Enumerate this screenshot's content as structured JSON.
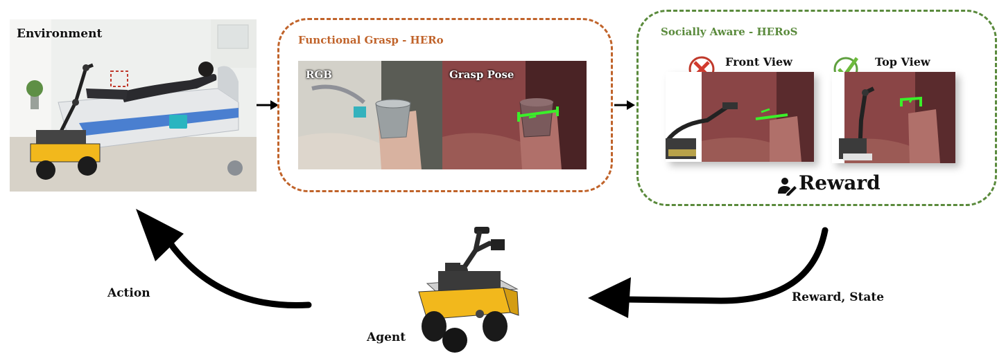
{
  "environment": {
    "label": "Environment",
    "scene": {
      "floor": "#d7d2c8",
      "wall": "#eef0ee",
      "bed": "#e6e8ea",
      "bed_stripe": "#4a7fd0",
      "robot_body": "#f2b81c"
    }
  },
  "functional_panel": {
    "title": "Functional Grasp - HERo",
    "color": "#c0632a",
    "rgb_label": "RGB",
    "grasp_label": "Grasp Pose",
    "grasp_color": "#3bef2a"
  },
  "social_panel": {
    "title": "Socially Aware - HERoS",
    "color": "#5a8a3c",
    "front_view_label": "Front View",
    "top_view_label": "Top View",
    "reject_icon": "red-x-mark",
    "accept_icon": "green-check-mark",
    "reward_label": "Reward",
    "reward_icon": "person-edit-icon"
  },
  "cycle": {
    "action_label": "Action",
    "agent_label": "Agent",
    "reward_state_label": "Reward, State"
  }
}
